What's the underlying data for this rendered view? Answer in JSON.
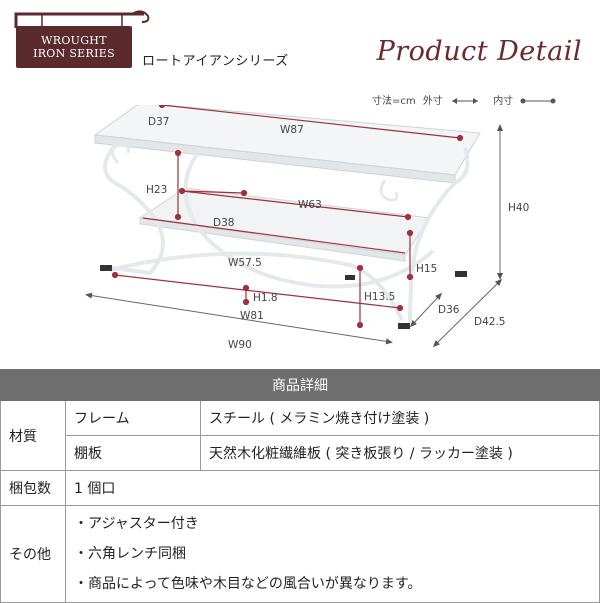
{
  "header": {
    "sign_line1": "WROUGHT",
    "sign_line2": "IRON SERIES",
    "series_name": "ロートアイアンシリーズ",
    "product_detail": "Product Detail"
  },
  "legend": {
    "unit": "寸法=cm",
    "outer": "外寸",
    "inner": "内寸"
  },
  "dimensions": {
    "d37": "D37",
    "w87": "W87",
    "h23": "H23",
    "w63": "W63",
    "d38": "D38",
    "w57_5": "W57.5",
    "h15": "H15",
    "h1_8": "H1.8",
    "h13_5": "H13.5",
    "w81": "W81",
    "d36": "D36",
    "h40": "H40",
    "d42_5": "D42.5",
    "w90": "W90"
  },
  "colors": {
    "brand": "#5a2a2c",
    "accent": "#6b2b2d",
    "dim_inner": "#a0303a",
    "table_header": "#6e6e6e"
  },
  "table": {
    "title": "商品詳細",
    "material_label": "材質",
    "frame_label": "フレーム",
    "frame_value": "スチール ( メラミン焼き付け塗装 )",
    "shelf_label": "棚板",
    "shelf_value": "天然木化粧繊維板 ( 突き板張り / ラッカー塗装 )",
    "package_label": "梱包数",
    "package_value": "1 個口",
    "other_label": "その他",
    "other_items": [
      "・アジャスター付き",
      "・六角レンチ同梱",
      "・商品によって色味や木目などの風合いが異なります。"
    ]
  }
}
